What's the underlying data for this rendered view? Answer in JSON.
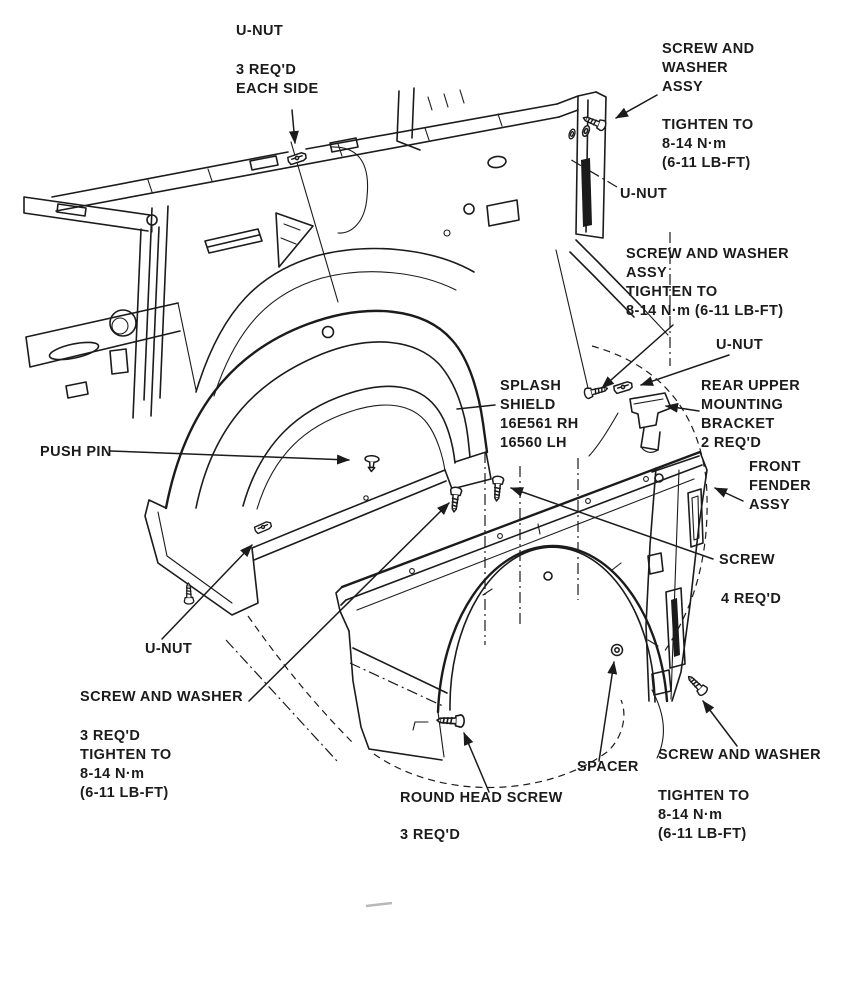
{
  "figure": {
    "background": "#ffffff",
    "ink": "#1b1b1b",
    "shadow": "#b8b8b8"
  },
  "labels": [
    {
      "id": "u-nut-top",
      "lines": [
        "U-NUT"
      ]
    },
    {
      "id": "u-nut-top-qty",
      "lines": [
        "3 REQ'D",
        "EACH SIDE"
      ]
    },
    {
      "id": "screw-washer-assy-tr",
      "lines": [
        "SCREW AND",
        "WASHER",
        "ASSY"
      ]
    },
    {
      "id": "screw-washer-assy-tr-torque",
      "lines": [
        "TIGHTEN TO",
        "8-14 N·m",
        "(6-11 LB-FT)"
      ]
    },
    {
      "id": "u-nut-tr",
      "lines": [
        "U-NUT"
      ]
    },
    {
      "id": "screw-washer-assy-mid",
      "lines": [
        "SCREW AND WASHER",
        "ASSY",
        "TIGHTEN TO",
        "8-14 N·m (6-11 LB-FT)"
      ]
    },
    {
      "id": "u-nut-bracket",
      "lines": [
        "U-NUT"
      ]
    },
    {
      "id": "splash-shield",
      "lines": [
        "SPLASH",
        "SHIELD",
        "16E561 RH",
        "16560 LH"
      ]
    },
    {
      "id": "rear-upper-mounting-bracket",
      "lines": [
        "REAR UPPER",
        "MOUNTING",
        "BRACKET",
        "2 REQ'D"
      ]
    },
    {
      "id": "front-fender-assy",
      "lines": [
        "FRONT",
        "FENDER",
        "ASSY"
      ]
    },
    {
      "id": "push-pin",
      "lines": [
        "PUSH PIN"
      ]
    },
    {
      "id": "screw",
      "lines": [
        "SCREW"
      ]
    },
    {
      "id": "screw-qty",
      "lines": [
        "4 REQ'D"
      ]
    },
    {
      "id": "u-nut-bl",
      "lines": [
        "U-NUT"
      ]
    },
    {
      "id": "screw-washer-bl",
      "lines": [
        "SCREW AND WASHER"
      ]
    },
    {
      "id": "screw-washer-bl-torque",
      "lines": [
        "3 REQ'D",
        "TIGHTEN TO",
        "8-14 N·m",
        "(6-11 LB-FT)"
      ]
    },
    {
      "id": "round-head-screw",
      "lines": [
        "ROUND HEAD SCREW"
      ]
    },
    {
      "id": "round-head-screw-qty",
      "lines": [
        "3 REQ'D"
      ]
    },
    {
      "id": "spacer",
      "lines": [
        "SPACER"
      ]
    },
    {
      "id": "screw-washer-br",
      "lines": [
        "SCREW AND WASHER"
      ]
    },
    {
      "id": "screw-washer-br-torque",
      "lines": [
        "TIGHTEN TO",
        "8-14 N·m",
        "(6-11 LB-FT)"
      ]
    }
  ],
  "icons": {
    "screw-icon": "side-view machine screw (dome head, threaded shaft)",
    "u-nut-icon": "sheet-metal spring clip nut",
    "push-pin-icon": "plastic push pin (mushroom head)",
    "spacer-icon": "round spacer grommet (concentric circles)",
    "arrowhead-icon": "filled triangle leader arrowhead"
  }
}
